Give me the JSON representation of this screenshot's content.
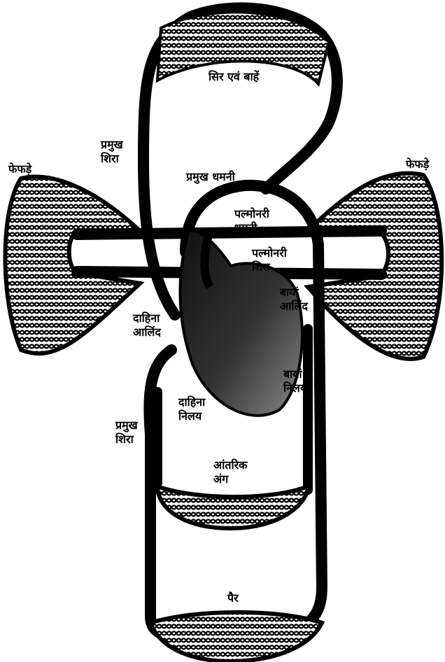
{
  "labels": {
    "head_arms": "सिर एवं बाहें",
    "lungs_left": "फेफड़े",
    "lungs_right": "फेफड़े",
    "vena_cava_upper": [
      "प्रमुख",
      "शिरा"
    ],
    "aorta": "प्रमुख धमनी",
    "pulmonary_artery": [
      "पल्मोनरी",
      "धमनी"
    ],
    "pulmonary_vein": [
      "पल्मोनरी",
      "शिरा"
    ],
    "left_atrium": [
      "बायां",
      "आलिंद"
    ],
    "right_atrium": [
      "दाहिना",
      "आलिंद"
    ],
    "left_ventricle": [
      "बायां",
      "निलय"
    ],
    "right_ventricle": [
      "दाहिना",
      "निलय"
    ],
    "vena_cava_lower": [
      "प्रमुख",
      "शिरा"
    ],
    "internal_organs": [
      "आंतरिक",
      "अंग"
    ],
    "legs": "पैर"
  },
  "colors": {
    "vessel": "#000000",
    "heart_shade": "#555555",
    "background": "#ffffff"
  }
}
